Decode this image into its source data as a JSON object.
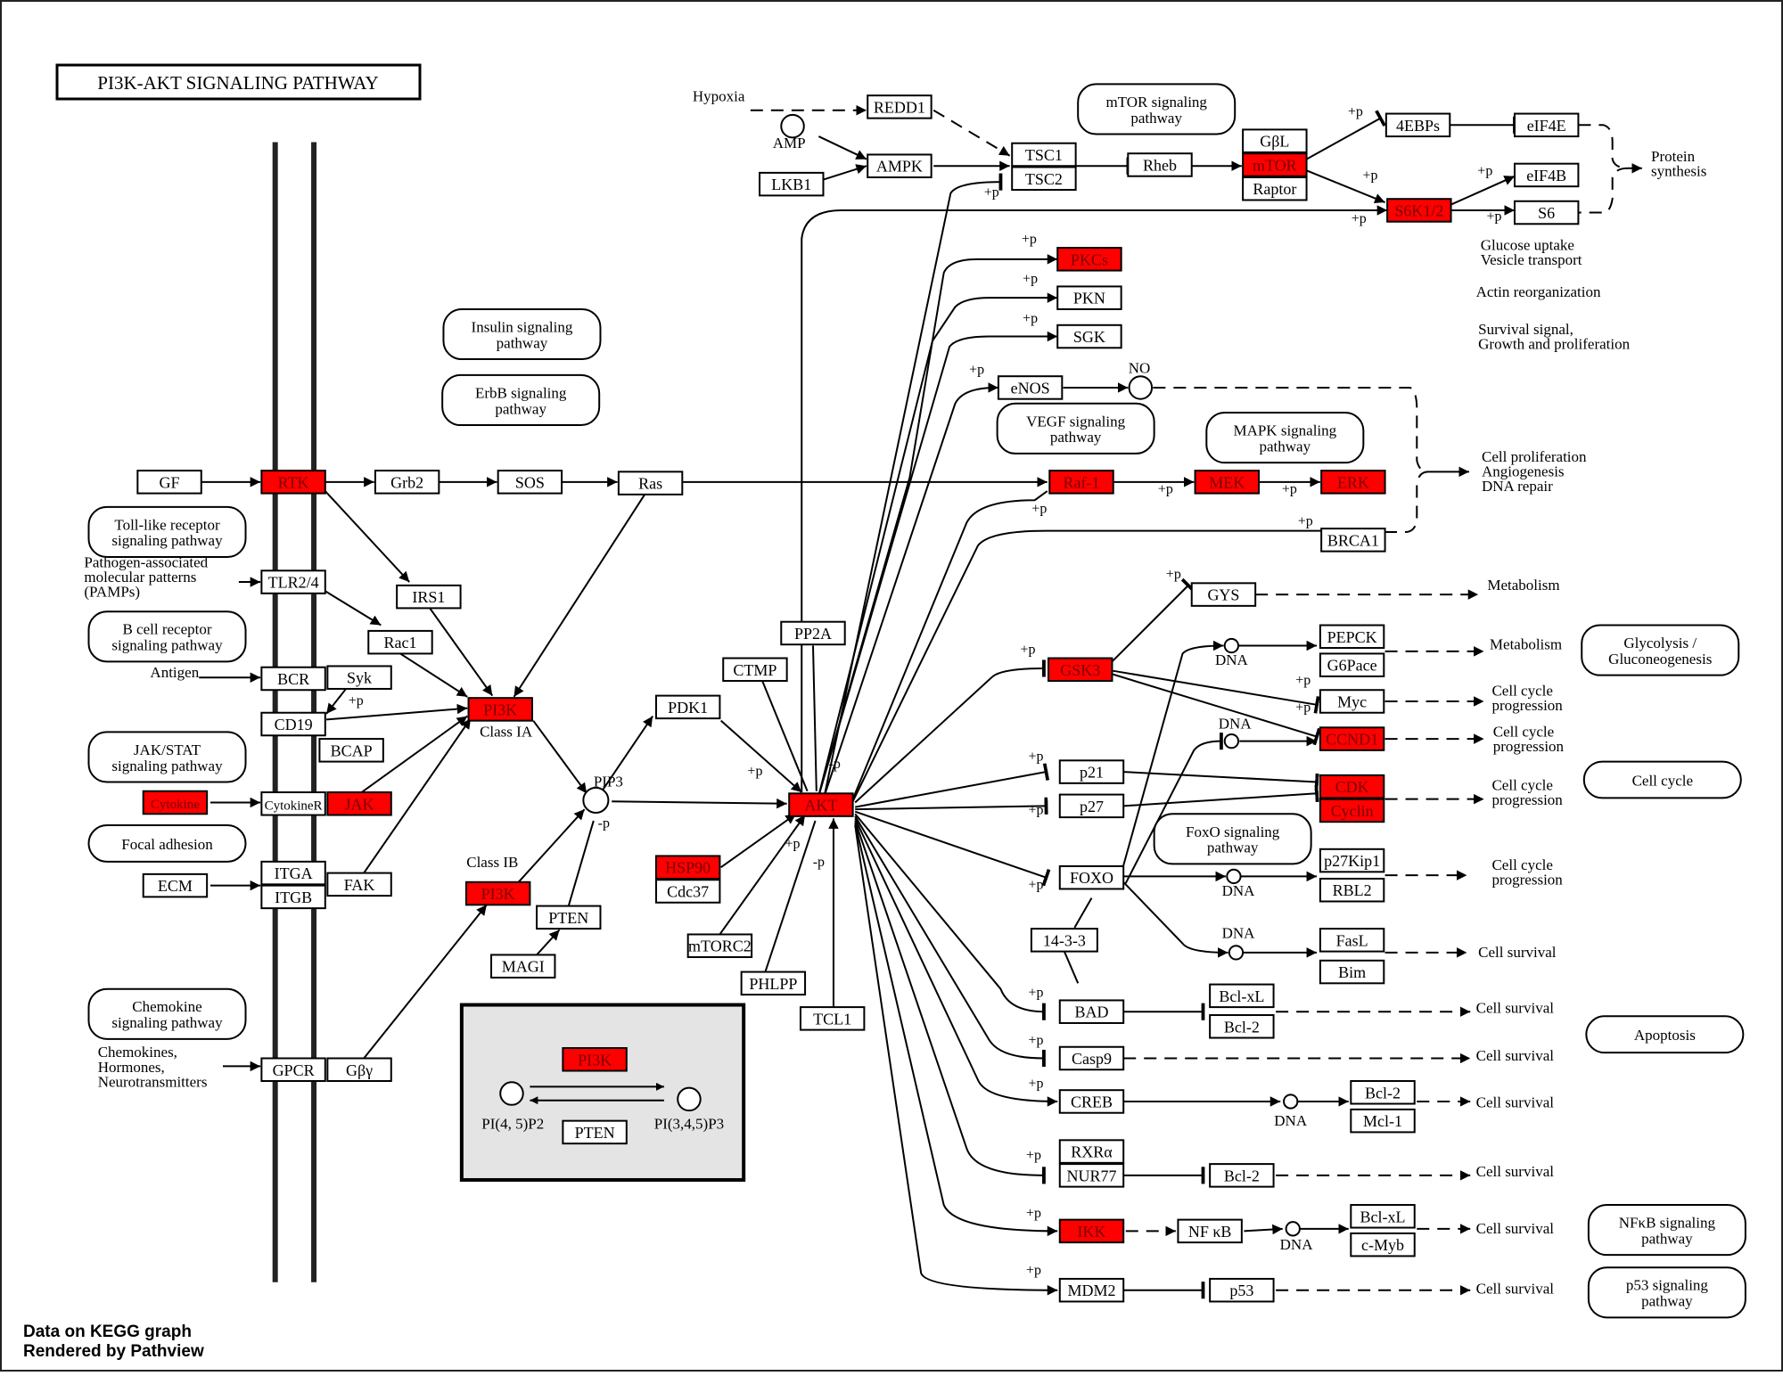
{
  "title": "PI3K-AKT SIGNALING PATHWAY",
  "highlight_color": "#ff0000",
  "footer": {
    "line1": "Data on KEGG graph",
    "line2": "Rendered by Pathview"
  },
  "nodes": {
    "GF": {
      "label": "GF",
      "hit": false
    },
    "RTK": {
      "label": "RTK",
      "hit": true
    },
    "Grb2": {
      "label": "Grb2",
      "hit": false
    },
    "SOS": {
      "label": "SOS",
      "hit": false
    },
    "Ras": {
      "label": "Ras",
      "hit": false
    },
    "TLR": {
      "label": "TLR2/4",
      "hit": false
    },
    "IRS1": {
      "label": "IRS1",
      "hit": false
    },
    "Rac1": {
      "label": "Rac1",
      "hit": false
    },
    "BCR": {
      "label": "BCR",
      "hit": false
    },
    "Syk": {
      "label": "Syk",
      "hit": false
    },
    "CD19": {
      "label": "CD19",
      "hit": false
    },
    "BCAP": {
      "label": "BCAP",
      "hit": false
    },
    "Cytokine": {
      "label": "Cytokine",
      "hit": true
    },
    "CytokineR": {
      "label": "CytokineR",
      "hit": false
    },
    "JAK": {
      "label": "JAK",
      "hit": true
    },
    "ECM": {
      "label": "ECM",
      "hit": false
    },
    "ITGA": {
      "label": "ITGA",
      "hit": false
    },
    "ITGB": {
      "label": "ITGB",
      "hit": false
    },
    "FAK": {
      "label": "FAK",
      "hit": false
    },
    "GPCR": {
      "label": "GPCR",
      "hit": false
    },
    "Gby": {
      "label": "Gβγ",
      "hit": false
    },
    "PI3K_IA": {
      "label": "PI3K",
      "hit": true
    },
    "PI3K_IB": {
      "label": "PI3K",
      "hit": true
    },
    "PTEN": {
      "label": "PTEN",
      "hit": false
    },
    "MAGI": {
      "label": "MAGI",
      "hit": false
    },
    "PDK1": {
      "label": "PDK1",
      "hit": false
    },
    "CTMP": {
      "label": "CTMP",
      "hit": false
    },
    "PP2A": {
      "label": "PP2A",
      "hit": false
    },
    "AKT": {
      "label": "AKT",
      "hit": true
    },
    "HSP90": {
      "label": "HSP90",
      "hit": true
    },
    "Cdc37": {
      "label": "Cdc37",
      "hit": false
    },
    "mTORC2": {
      "label": "mTORC2",
      "hit": false
    },
    "PHLPP": {
      "label": "PHLPP",
      "hit": false
    },
    "TCL1": {
      "label": "TCL1",
      "hit": false
    },
    "REDD1": {
      "label": "REDD1",
      "hit": false
    },
    "AMPK": {
      "label": "AMPK",
      "hit": false
    },
    "LKB1": {
      "label": "LKB1",
      "hit": false
    },
    "TSC1": {
      "label": "TSC1",
      "hit": false
    },
    "TSC2": {
      "label": "TSC2",
      "hit": false
    },
    "Rheb": {
      "label": "Rheb",
      "hit": false
    },
    "GbL": {
      "label": "GβL",
      "hit": false
    },
    "mTOR": {
      "label": "mTOR",
      "hit": true
    },
    "Raptor": {
      "label": "Raptor",
      "hit": false
    },
    "EBPs": {
      "label": "4EBPs",
      "hit": false
    },
    "eIF4E": {
      "label": "eIF4E",
      "hit": false
    },
    "eIF4B": {
      "label": "eIF4B",
      "hit": false
    },
    "S6K": {
      "label": "S6K1/2",
      "hit": true
    },
    "S6": {
      "label": "S6",
      "hit": false
    },
    "PKCs": {
      "label": "PKCs",
      "hit": true
    },
    "PKN": {
      "label": "PKN",
      "hit": false
    },
    "SGK": {
      "label": "SGK",
      "hit": false
    },
    "eNOS": {
      "label": "eNOS",
      "hit": false
    },
    "Raf1": {
      "label": "Raf-1",
      "hit": true
    },
    "MEK": {
      "label": "MEK",
      "hit": true
    },
    "ERK": {
      "label": "ERK",
      "hit": true
    },
    "BRCA1": {
      "label": "BRCA1",
      "hit": false
    },
    "GYS": {
      "label": "GYS",
      "hit": false
    },
    "GSK3": {
      "label": "GSK3",
      "hit": true
    },
    "PEPCK": {
      "label": "PEPCK",
      "hit": false
    },
    "G6Pace": {
      "label": "G6Pace",
      "hit": false
    },
    "Myc": {
      "label": "Myc",
      "hit": false
    },
    "CCND1": {
      "label": "CCND1",
      "hit": true
    },
    "p21": {
      "label": "p21",
      "hit": false
    },
    "p27": {
      "label": "p27",
      "hit": false
    },
    "CDK": {
      "label": "CDK",
      "hit": true
    },
    "Cyclin": {
      "label": "Cyclin",
      "hit": true
    },
    "FOXO": {
      "label": "FOXO",
      "hit": false
    },
    "p27Kip1": {
      "label": "p27Kip1",
      "hit": false
    },
    "RBL2": {
      "label": "RBL2",
      "hit": false
    },
    "FasL": {
      "label": "FasL",
      "hit": false
    },
    "Bim": {
      "label": "Bim",
      "hit": false
    },
    "s1433": {
      "label": "14-3-3",
      "hit": false
    },
    "BAD": {
      "label": "BAD",
      "hit": false
    },
    "BclxL1": {
      "label": "Bcl-xL",
      "hit": false
    },
    "Bcl2a": {
      "label": "Bcl-2",
      "hit": false
    },
    "Casp9": {
      "label": "Casp9",
      "hit": false
    },
    "CREB": {
      "label": "CREB",
      "hit": false
    },
    "Bcl2b": {
      "label": "Bcl-2",
      "hit": false
    },
    "Mcl1": {
      "label": "Mcl-1",
      "hit": false
    },
    "RXRa": {
      "label": "RXRα",
      "hit": false
    },
    "NUR77": {
      "label": "NUR77",
      "hit": false
    },
    "Bcl2c": {
      "label": "Bcl-2",
      "hit": false
    },
    "IKK": {
      "label": "IKK",
      "hit": true
    },
    "NFkB": {
      "label": "NF κB",
      "hit": false
    },
    "BclxL2": {
      "label": "Bcl-xL",
      "hit": false
    },
    "cMyb": {
      "label": "c-Myb",
      "hit": false
    },
    "MDM2": {
      "label": "MDM2",
      "hit": false
    },
    "p53": {
      "label": "p53",
      "hit": false
    },
    "leg_PI3K": {
      "label": "PI3K",
      "hit": true
    },
    "leg_PTEN": {
      "label": "PTEN",
      "hit": false
    }
  },
  "pathways": {
    "insulin": [
      "Insulin signaling",
      "pathway"
    ],
    "erbb": [
      "ErbB signaling",
      "pathway"
    ],
    "tlr": [
      "Toll-like receptor",
      "signaling pathway"
    ],
    "bcell": [
      "B cell receptor",
      "signaling pathway"
    ],
    "jakstat": [
      "JAK/STAT",
      "signaling pathway"
    ],
    "focal": [
      "Focal adhesion"
    ],
    "chemokine": [
      "Chemokine",
      "signaling pathway"
    ],
    "mtor": [
      "mTOR signaling",
      "pathway"
    ],
    "vegf": [
      "VEGF signaling",
      "pathway"
    ],
    "mapk": [
      "MAPK signaling",
      "pathway"
    ],
    "foxo": [
      "FoxO signaling",
      "pathway"
    ],
    "glyco": [
      "Glycolysis /",
      "Gluconeogenesis"
    ],
    "cellcycle": [
      "Cell cycle"
    ],
    "apoptosis": [
      "Apoptosis"
    ],
    "nfkb": [
      "NFκB signaling",
      "pathway"
    ],
    "p53": [
      "p53 signaling",
      "pathway"
    ]
  },
  "labels": {
    "pamps": [
      "Pathogen-associated",
      "molecular patterns",
      "(PAMPs)"
    ],
    "antigen": [
      "Antigen"
    ],
    "chemokines": [
      "Chemokines,",
      "Hormones,",
      "Neurotransmitters"
    ],
    "classIA": [
      "Class IA"
    ],
    "classIB": [
      "Class IB"
    ],
    "pip3": [
      "PIP3"
    ],
    "hypoxia": [
      "Hypoxia"
    ],
    "amp": [
      "AMP"
    ],
    "no": [
      "NO"
    ],
    "protein": [
      "Protein",
      "synthesis"
    ],
    "glucose": [
      "Glucose uptake",
      "Vesicle transport"
    ],
    "actin": [
      "Actin reorganization"
    ],
    "survival": [
      "Survival signal,",
      "Growth and proliferation"
    ],
    "prolif": [
      "Cell proliferation",
      "Angiogenesis",
      "DNA repair"
    ],
    "metab1": [
      "Metabolism"
    ],
    "metab2": [
      "Metabolism"
    ],
    "cc1": [
      "Cell cycle",
      "progression"
    ],
    "cc2": [
      "Cell cycle",
      "progression"
    ],
    "cc3": [
      "Cell cycle",
      "progression"
    ],
    "cc4": [
      "Cell cycle",
      "progression"
    ],
    "cs1": [
      "Cell survival"
    ],
    "cs2": [
      "Cell survival"
    ],
    "cs3": [
      "Cell survival"
    ],
    "cs4": [
      "Cell survival"
    ],
    "cs5": [
      "Cell survival"
    ],
    "cs6": [
      "Cell survival"
    ],
    "cs7": [
      "Cell survival"
    ],
    "dna1": [
      "DNA"
    ],
    "dna2": [
      "DNA"
    ],
    "dna3": [
      "DNA"
    ],
    "dna4": [
      "DNA"
    ],
    "dna5": [
      "DNA"
    ],
    "dna6": [
      "DNA"
    ],
    "pip2": [
      "PI(4, 5)P2"
    ],
    "pip345": [
      "PI(3,4,5)P3"
    ]
  },
  "edge_labels": {
    "phos": "+p",
    "dephos": "-p"
  }
}
